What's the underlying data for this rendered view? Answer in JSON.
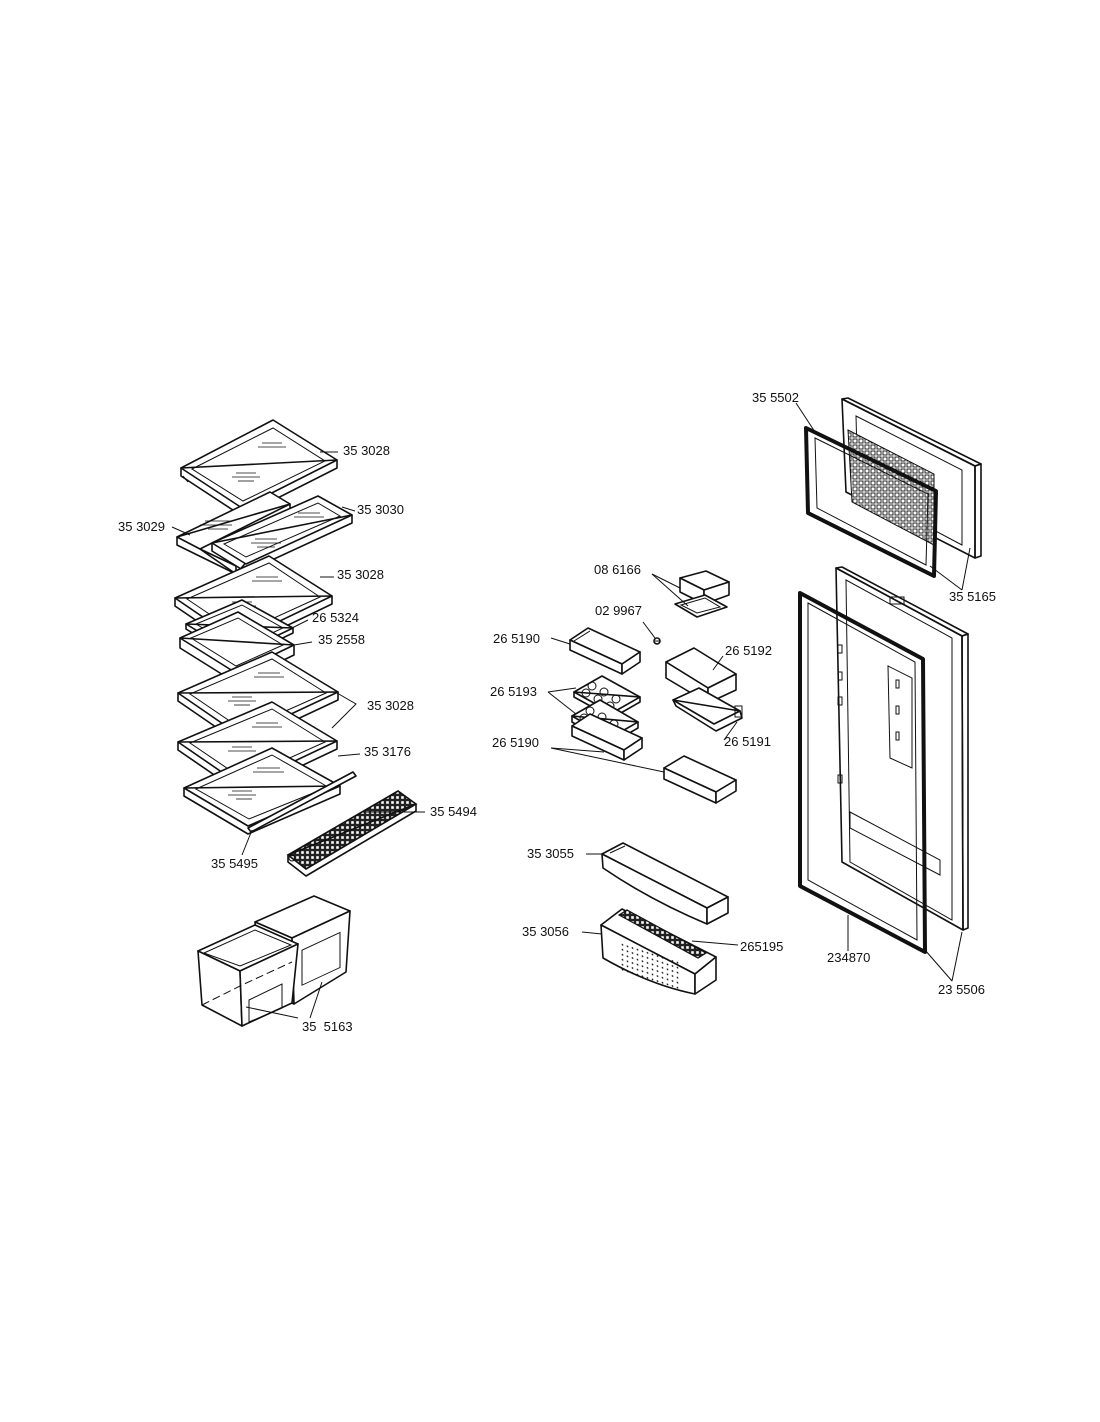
{
  "labels": {
    "l_353028_a": "35 3028",
    "l_353030": "35 3030",
    "l_353029": "35 3029",
    "l_353028_b": "35 3028",
    "l_265324": "26 5324",
    "l_352558": "35 2558",
    "l_353028_c": "35 3028",
    "l_353176": "35 3176",
    "l_355494": "35 5494",
    "l_355495": "35 5495",
    "l_355163": "35  5163",
    "l_086166": "08 6166",
    "l_029967": "02 9967",
    "l_265190_a": "26 5190",
    "l_265192": "26 5192",
    "l_265193": "26 5193",
    "l_265191": "26 5191",
    "l_265190_b": "26 5190",
    "l_353055": "35 3055",
    "l_353056": "35 3056",
    "l_265195": "265195",
    "l_355502": "35 5502",
    "l_355165": "35 5165",
    "l_234870": "234870",
    "l_235506": "23 5506"
  }
}
